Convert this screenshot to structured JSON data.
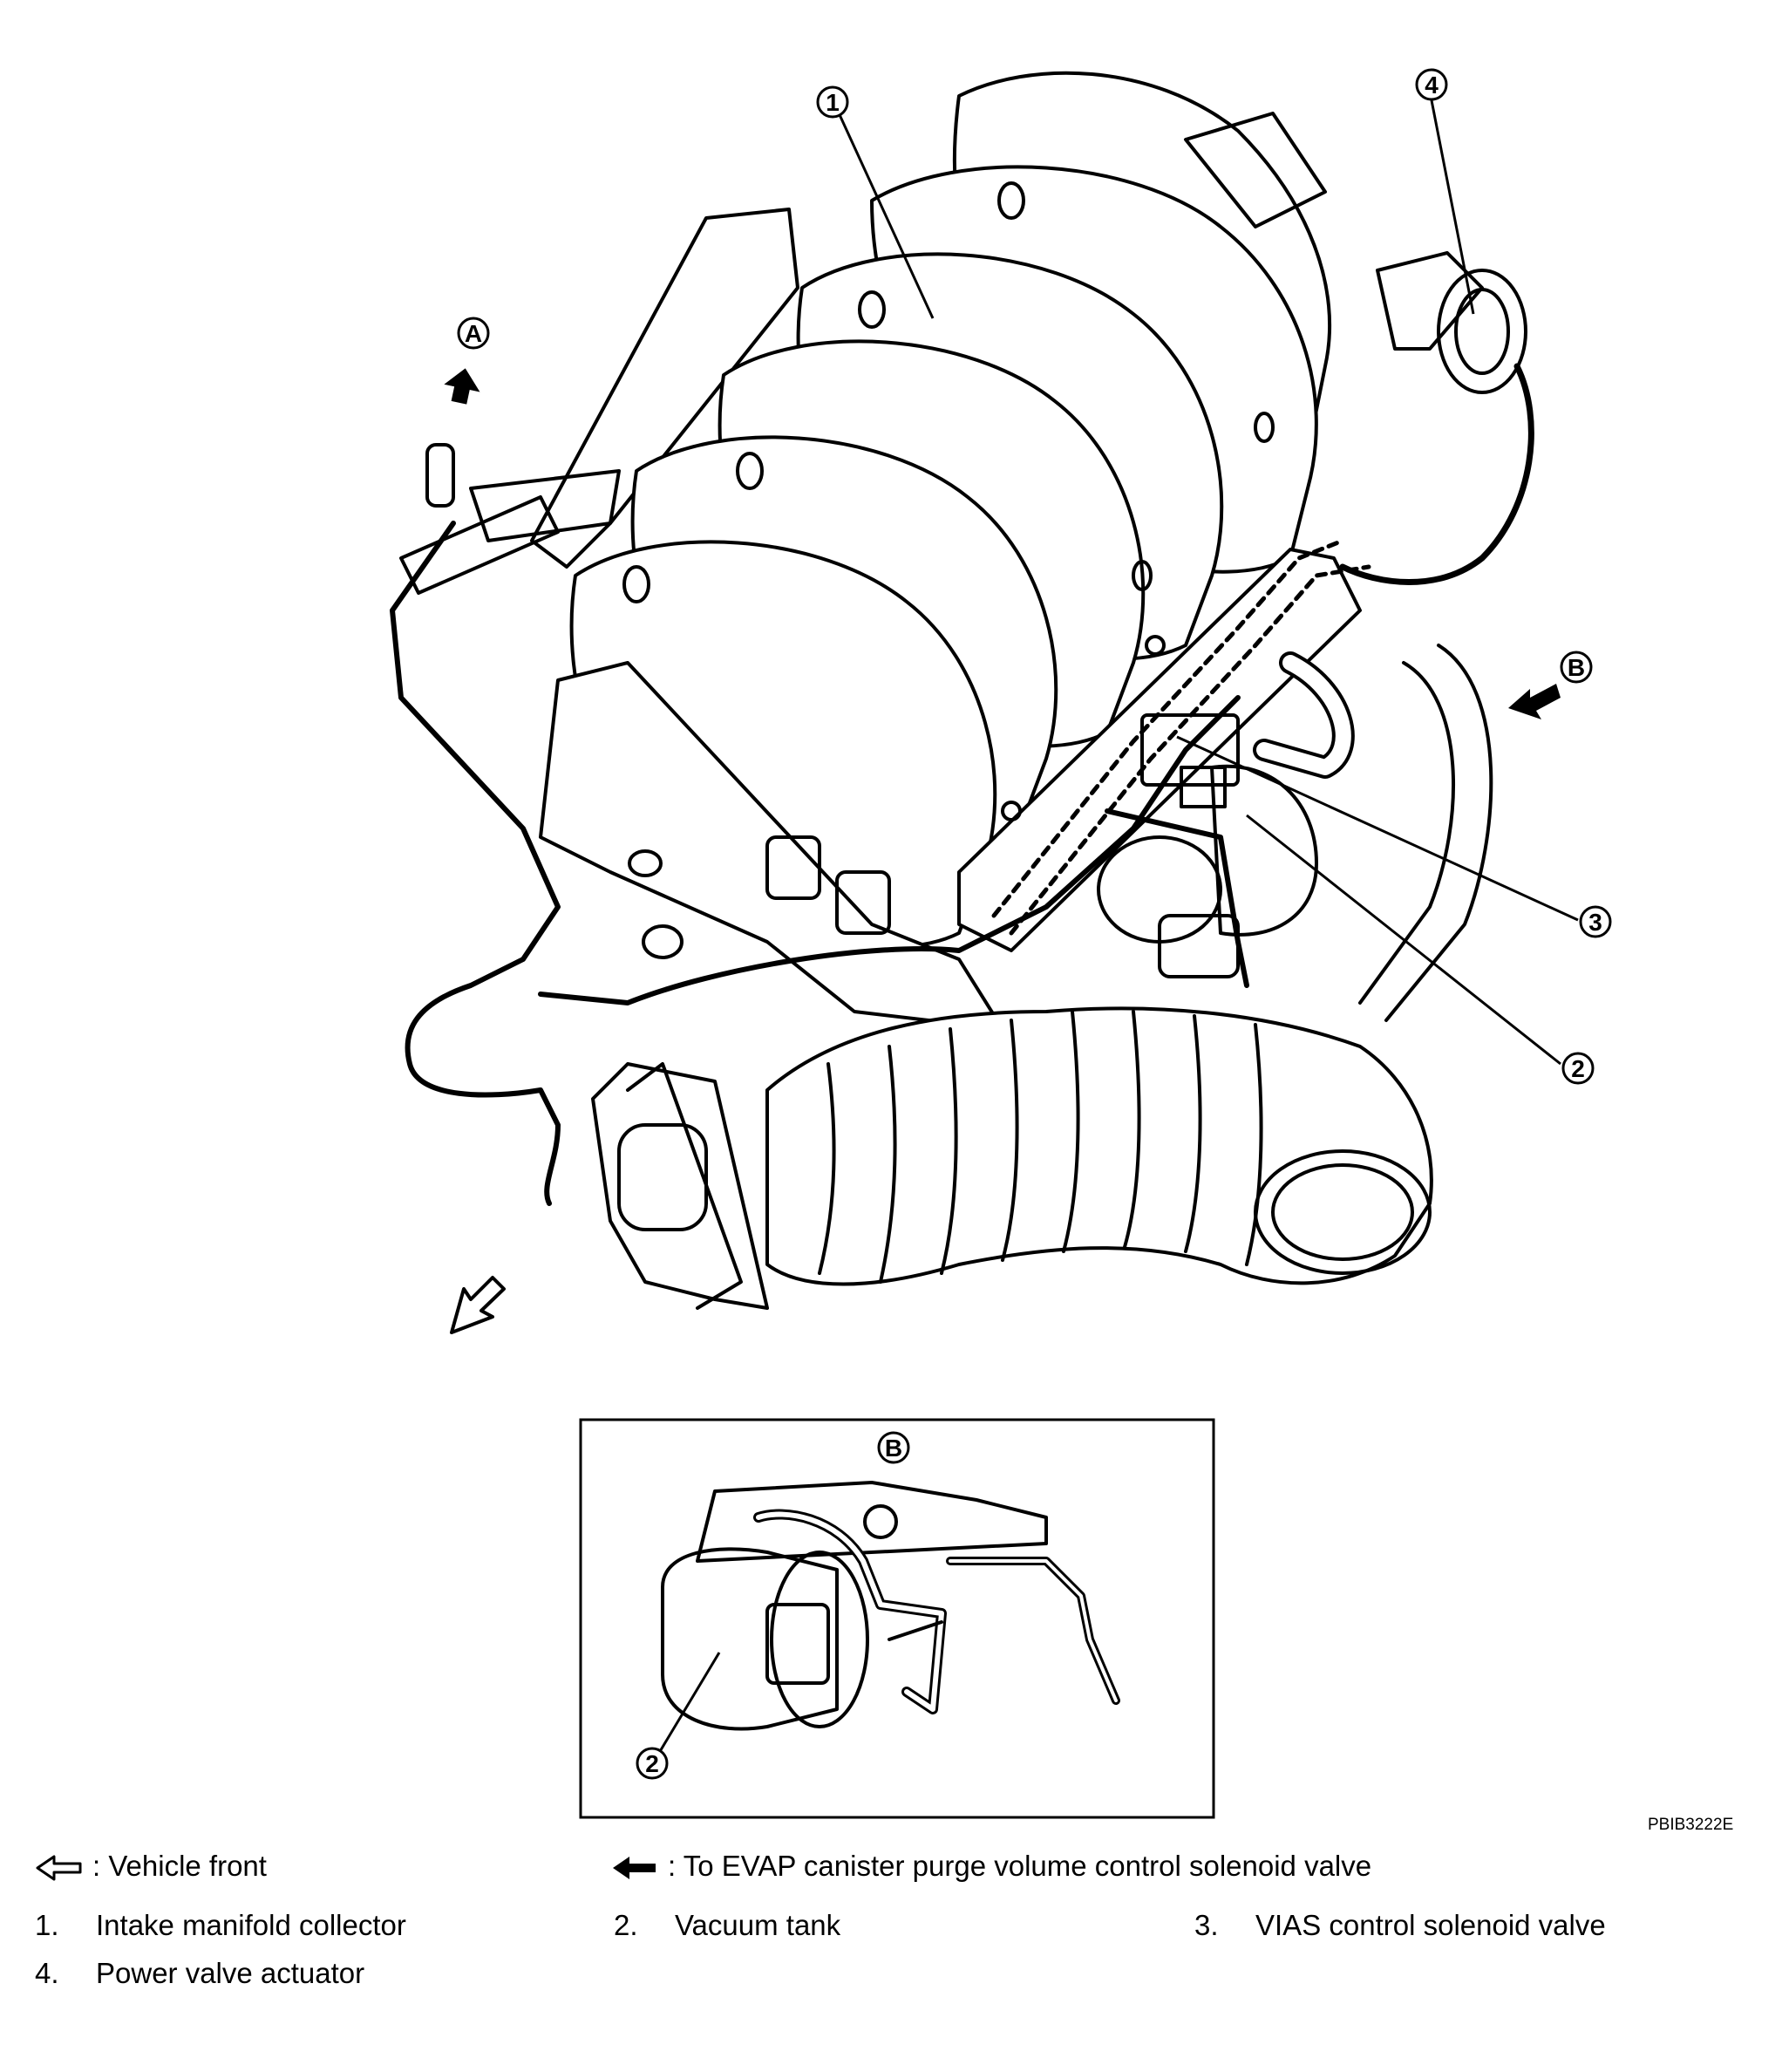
{
  "figure_code": "PBIB3222E",
  "callouts": {
    "c1": "1",
    "c2": "2",
    "c3": "3",
    "c4": "4",
    "viewA": "A",
    "viewB": "B",
    "insetB": "B",
    "inset2": "2"
  },
  "legend": {
    "vehicle_front": ": Vehicle front",
    "to_evap": ": To EVAP canister purge volume control solenoid valve",
    "items": [
      {
        "num": "1.",
        "label": "Intake manifold collector"
      },
      {
        "num": "2.",
        "label": "Vacuum tank"
      },
      {
        "num": "3.",
        "label": "VIAS control solenoid valve"
      },
      {
        "num": "4.",
        "label": "Power valve actuator"
      }
    ]
  }
}
